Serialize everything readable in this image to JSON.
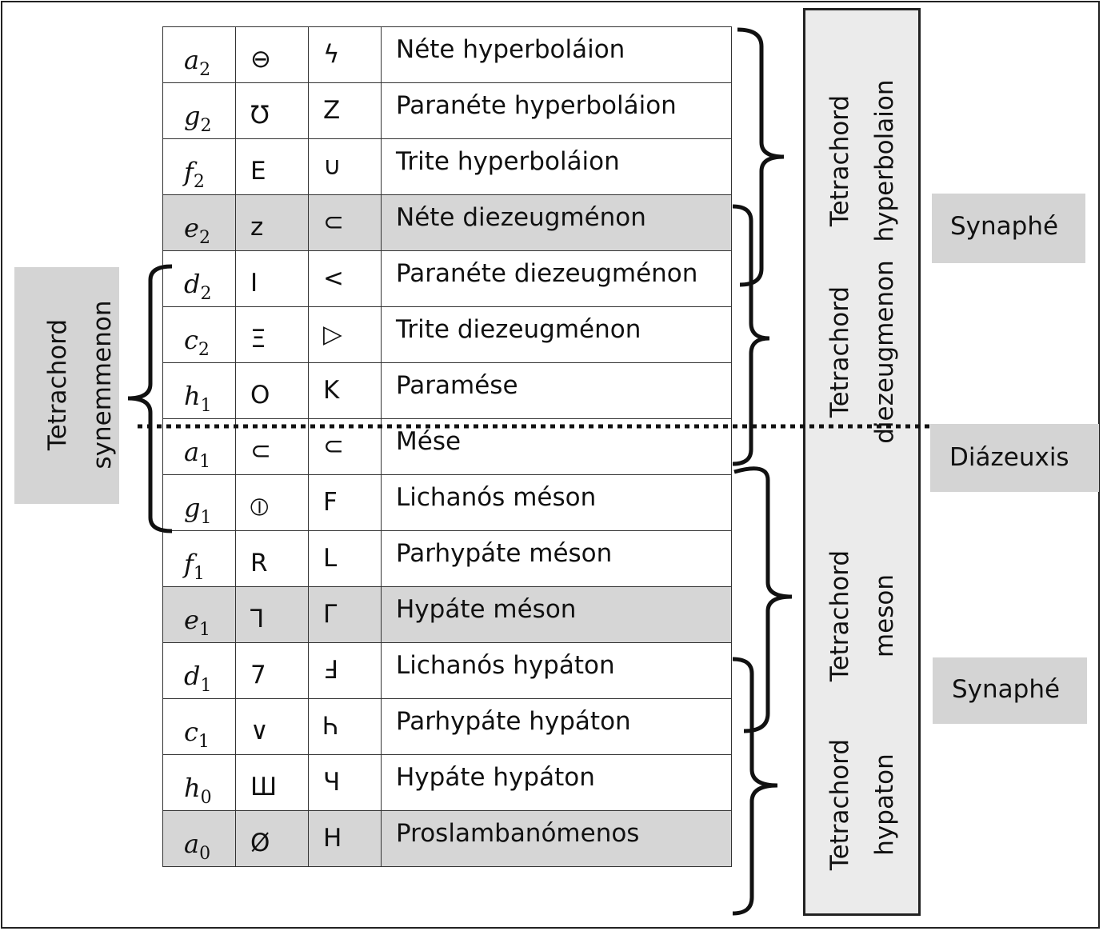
{
  "rows": [
    {
      "note": "a",
      "sub": "2",
      "vocal": "⊖",
      "instr": "ϟ",
      "name": "Néte hyperboláion",
      "shaded": false
    },
    {
      "note": "g",
      "sub": "2",
      "vocal": "Ʊ",
      "instr": "Z",
      "name": "Paranéte hyperboláion",
      "shaded": false
    },
    {
      "note": "f",
      "sub": "2",
      "vocal": "E",
      "instr": "∪",
      "name": "Trite hyperboláion",
      "shaded": false
    },
    {
      "note": "e",
      "sub": "2",
      "vocal": "z",
      "instr": "⊂",
      "name": "Néte diezeugménon",
      "shaded": true
    },
    {
      "note": "d",
      "sub": "2",
      "vocal": "I",
      "instr": "<",
      "name": "Paranéte diezeugménon",
      "shaded": false
    },
    {
      "note": "c",
      "sub": "2",
      "vocal": "Ξ",
      "instr": "▷",
      "name": "Trite diezeugménon",
      "shaded": false
    },
    {
      "note": "h",
      "sub": "1",
      "vocal": "O",
      "instr": "K",
      "name": "Paramése",
      "shaded": false
    },
    {
      "note": "a",
      "sub": "1",
      "vocal": "⊂",
      "instr": "⊂",
      "name": "Mése",
      "shaded": false
    },
    {
      "note": "g",
      "sub": "1",
      "vocal": "⦶",
      "instr": "F",
      "name": "Lichanós méson",
      "shaded": false
    },
    {
      "note": "f",
      "sub": "1",
      "vocal": "R",
      "instr": "L",
      "name": "Parhypáte méson",
      "shaded": false
    },
    {
      "note": "e",
      "sub": "1",
      "vocal": "ꓶ",
      "instr": "Γ",
      "name": "Hypáte méson",
      "shaded": true
    },
    {
      "note": "d",
      "sub": "1",
      "vocal": "7",
      "instr": "Ⅎ",
      "name": "Lichanós hypáton",
      "shaded": false
    },
    {
      "note": "c",
      "sub": "1",
      "vocal": "∨",
      "instr": "Ꮒ",
      "name": "Parhypáte hypáton",
      "shaded": false
    },
    {
      "note": "h",
      "sub": "0",
      "vocal": "Ш",
      "instr": "Ч",
      "name": "Hypáte hypáton",
      "shaded": false
    },
    {
      "note": "a",
      "sub": "0",
      "vocal": "Ø",
      "instr": "H",
      "name": "Proslambanómenos",
      "shaded": true
    }
  ],
  "left_box": {
    "line1": "Tetrachord",
    "line2": "synemmenon"
  },
  "tetrachords": [
    {
      "line1": "Tetrachord",
      "line2": "hyperbolaion"
    },
    {
      "line1": "Tetrachord",
      "line2": "diezeugmenon"
    },
    {
      "line1": "Tetrachord",
      "line2": "meson"
    },
    {
      "line1": "Tetrachord",
      "line2": "hypaton"
    }
  ],
  "junctions": {
    "upper": "Synaphé",
    "middle": "Diázeuxis",
    "lower": "Synaphé"
  },
  "colors": {
    "shade": "#d6d6d6",
    "panel": "#ebebeb",
    "box": "#d4d4d4",
    "line": "#111111"
  }
}
